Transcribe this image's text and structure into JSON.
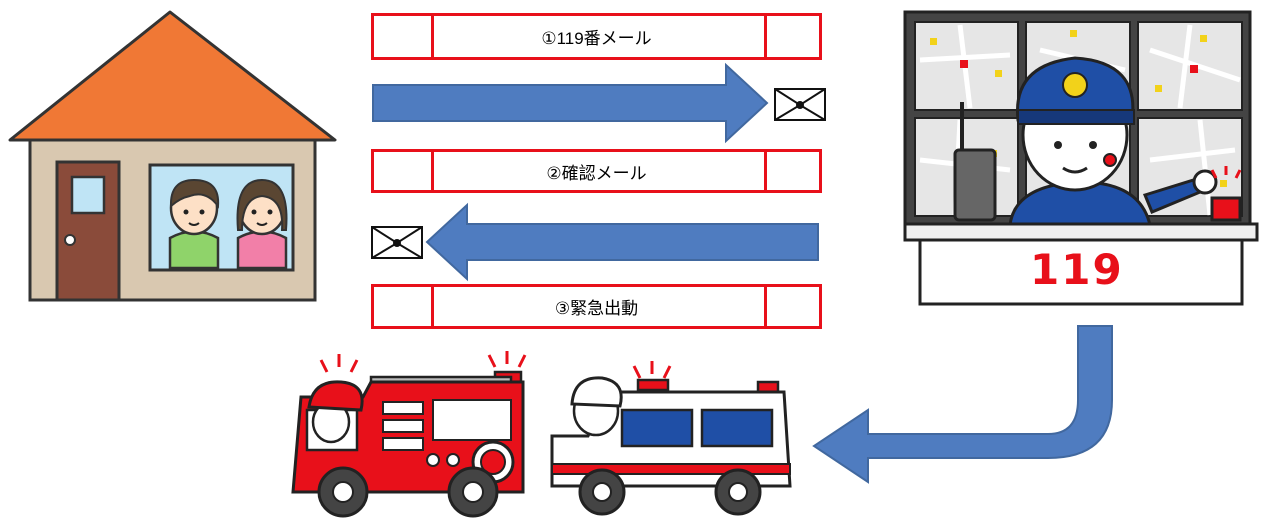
{
  "steps": [
    {
      "label": "①119番メール"
    },
    {
      "label": "②確認メール"
    },
    {
      "label": "③緊急出動"
    }
  ],
  "command_center": {
    "number": "119"
  },
  "colors": {
    "step_border": "#e8101a",
    "arrow_fill": "#4f7cc0",
    "roof": "#f07835",
    "house_wall": "#d9c8b0",
    "door": "#8a4b3a",
    "fire_engine": "#e8101a"
  }
}
